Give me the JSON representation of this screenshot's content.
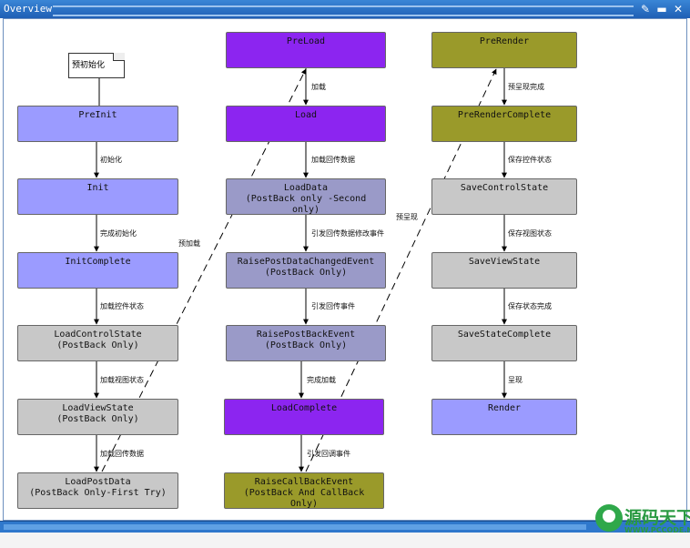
{
  "window": {
    "title": "Overview"
  },
  "note": {
    "text": "预初始化"
  },
  "colors": {
    "blue": "#9b9bff",
    "purple": "#8c25f0",
    "olive": "#9a9a2a",
    "gray": "#c8c8c8",
    "steel": "#9a9ac8"
  },
  "columns": {
    "left": [
      {
        "text": "PreInit",
        "fill": "blue"
      },
      {
        "text": "Init",
        "fill": "blue"
      },
      {
        "text": "InitComplete",
        "fill": "blue"
      },
      {
        "text": "LoadControlState\n(PostBack Only)",
        "fill": "gray"
      },
      {
        "text": "LoadViewState\n(PostBack Only)",
        "fill": "gray"
      },
      {
        "text": "LoadPostData\n(PostBack Only-First Try)",
        "fill": "gray"
      }
    ],
    "middle": [
      {
        "text": "PreLoad",
        "fill": "purple"
      },
      {
        "text": "Load",
        "fill": "purple"
      },
      {
        "text": "LoadData\n(PostBack only -Second\nonly)",
        "fill": "steel"
      },
      {
        "text": "RaisePostDataChangedEvent\n(PostBack Only)",
        "fill": "steel"
      },
      {
        "text": "RaisePostBackEvent\n(PostBack Only)",
        "fill": "steel"
      },
      {
        "text": "LoadComplete",
        "fill": "purple"
      },
      {
        "text": "RaiseCallBackEvent\n(PostBack And CallBack\nOnly)",
        "fill": "olive"
      }
    ],
    "right": [
      {
        "text": "PreRender",
        "fill": "olive"
      },
      {
        "text": "PreRenderComplete",
        "fill": "olive"
      },
      {
        "text": "SaveControlState",
        "fill": "gray"
      },
      {
        "text": "SaveViewState",
        "fill": "gray"
      },
      {
        "text": "SaveStateComplete",
        "fill": "gray"
      },
      {
        "text": "Render",
        "fill": "blue"
      }
    ]
  },
  "edge_labels": {
    "left": [
      "初始化",
      "完成初始化",
      "加载控件状态",
      "加载视图状态",
      "加载回传数据"
    ],
    "middle": [
      "加载",
      "加载回传数据",
      "引发回传数据修改事件",
      "引发回传事件",
      "完成加载",
      "引发回调事件"
    ],
    "right": [
      "预呈现完成",
      "保存控件状态",
      "保存视图状态",
      "保存状态完成",
      "呈现"
    ],
    "cross": [
      "预加载",
      "预呈现"
    ]
  },
  "watermark": {
    "name": "源码天下",
    "url": "WWW.PCCODE.NET"
  }
}
